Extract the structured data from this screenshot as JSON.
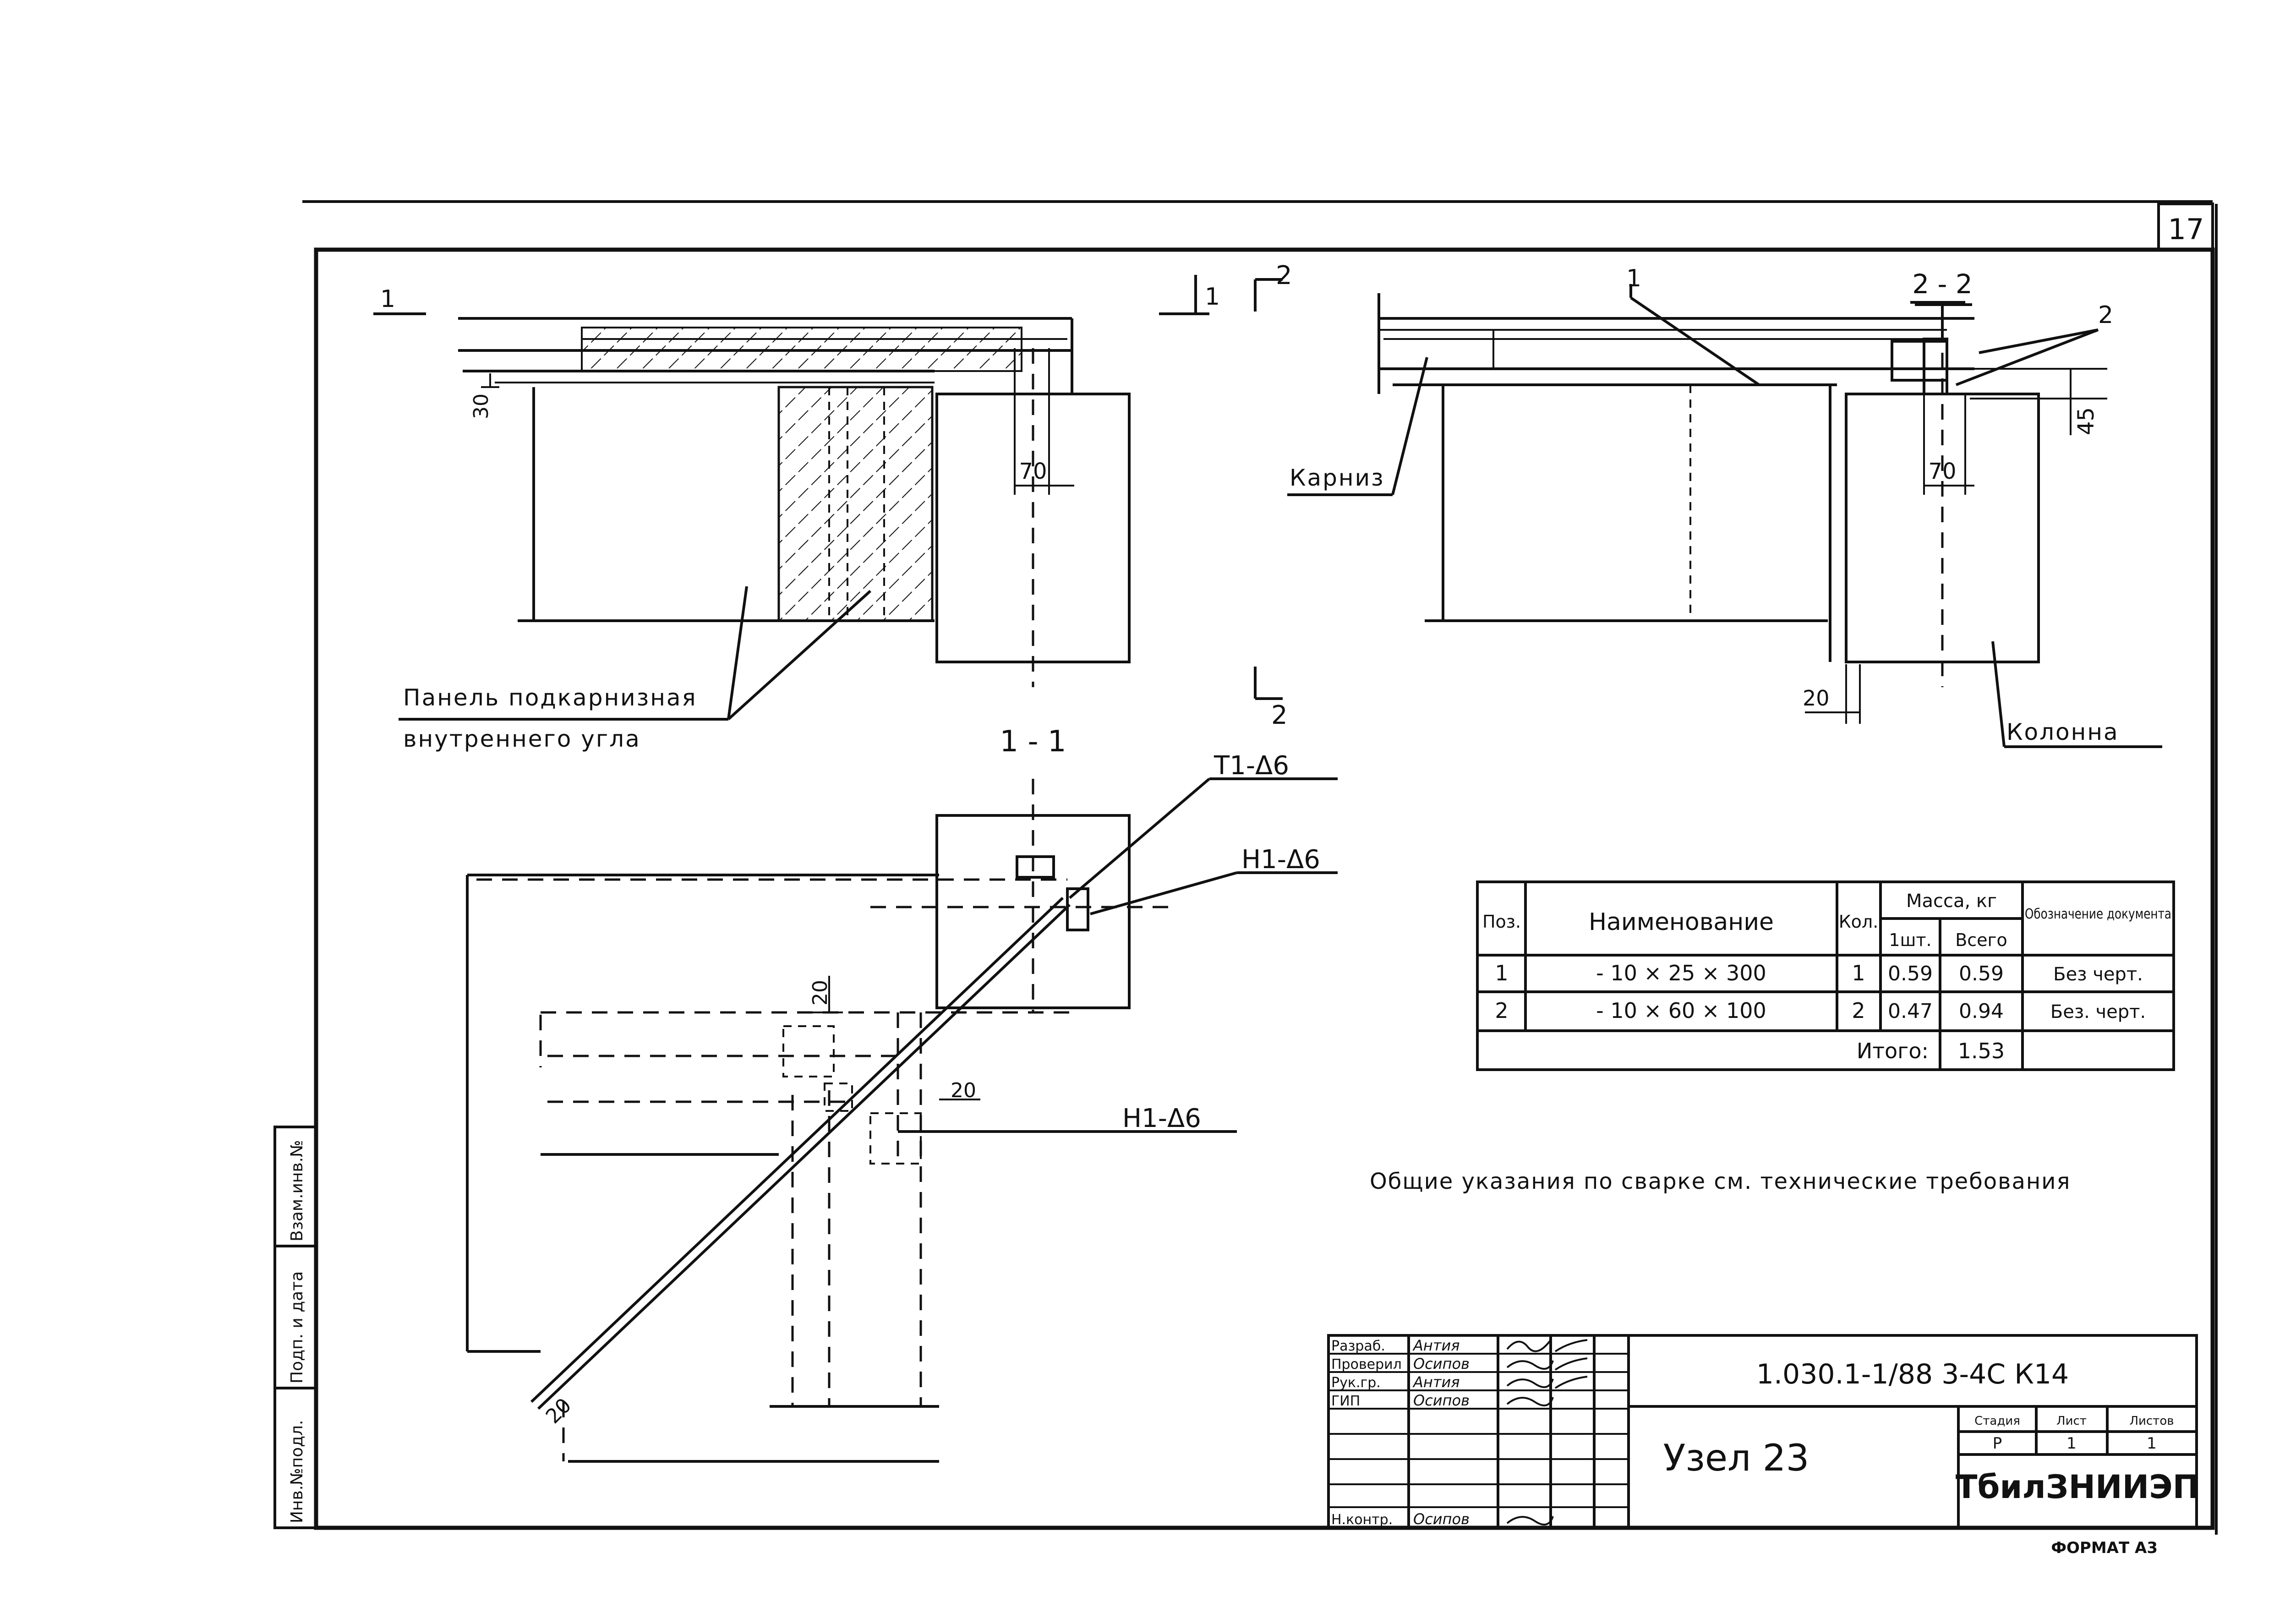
{
  "sheet_number": "17",
  "format_label": "ФОРМАТ А3",
  "drawing_code": "1.030.1-1/88 3-4С К14",
  "drawing_name": "Узел 23",
  "organization": "ТбилЗНИИЭП",
  "stage": {
    "stage_header": "Стадия",
    "sheet_header": "Лист",
    "sheets_header": "Листов",
    "stage": "Р",
    "sheet": "1",
    "sheets": "1"
  },
  "signatures": [
    {
      "role": "Разраб.",
      "name": "Антия"
    },
    {
      "role": "Проверил",
      "name": "Осипов"
    },
    {
      "role": "Рук.гр.",
      "name": "Антия"
    },
    {
      "role": "ГИП",
      "name": "Осипов"
    },
    {
      "role": "Н.контр.",
      "name": "Осипов"
    }
  ],
  "side_stamp": [
    "Инв.№подл.",
    "Подп. и дата",
    "Взам.инв.№"
  ],
  "labels": {
    "section_1_top": "1",
    "section_1_top_right": "1",
    "section_2_top": "2",
    "section_2_bottom": "2",
    "section_1_1": "1 - 1",
    "section_2_2": "2 - 2",
    "panel_line1": "Панель подкарнизная",
    "panel_line2": "внутреннего угла",
    "karniz": "Карниз",
    "kolonna": "Колонна",
    "pos_1": "1",
    "pos_2": "2",
    "weld_t1": "Т1-Δ6",
    "weld_n1_top": "Н1-Δ6",
    "weld_n1_bottom": "Н1-Δ6",
    "dim_30": "30",
    "dim_70_left": "70",
    "dim_70_right": "70",
    "dim_45": "45",
    "dim_20_right": "20",
    "dim_20_a": "20",
    "dim_20_b": "20",
    "dim_20_c": "20",
    "note": "Общие указания по сварке см. технические требования"
  },
  "spec_table": {
    "headers": {
      "pos": "Поз.",
      "name": "Наименование",
      "qty": "Кол.",
      "mass": "Масса, кг",
      "mass_one": "1шт.",
      "mass_total": "Всего",
      "doc": "Обозначение документа"
    },
    "rows": [
      {
        "pos": "1",
        "name": "- 10 × 25 × 300",
        "qty": "1",
        "one": "0.59",
        "total": "0.59",
        "doc": "Без черт."
      },
      {
        "pos": "2",
        "name": "- 10 × 60 × 100",
        "qty": "2",
        "one": "0.47",
        "total": "0.94",
        "doc": "Без. черт."
      }
    ],
    "total_label": "Итого:",
    "total_value": "1.53"
  }
}
